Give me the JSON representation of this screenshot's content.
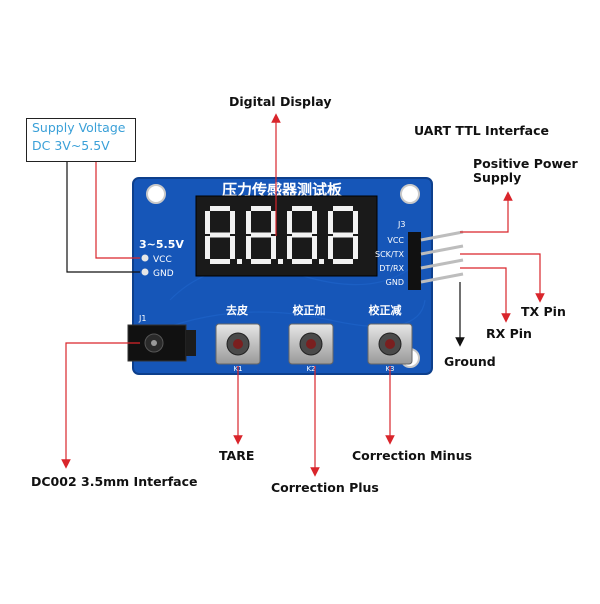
{
  "labels": {
    "digital_display": "Digital Display",
    "uart_ttl": "UART TTL Interface",
    "positive_power": [
      "Positive Power",
      "Supply"
    ],
    "tx_pin": "TX Pin",
    "rx_pin": "RX Pin",
    "ground": "Ground",
    "correction_minus": "Correction Minus",
    "correction_plus": "Correction Plus",
    "tare": "TARE",
    "dc002": "DC002 3.5mm Interface"
  },
  "supply_box": [
    "Supply Voltage",
    "DC 3V~5.5V"
  ],
  "board": {
    "title": "压力传感器测试板",
    "display_digits": "8.8.8.8",
    "voltage_label": "3~5.5V",
    "vcc_pad": "VCC",
    "gnd_pad": "GND",
    "header_label": "J3",
    "header_pins": [
      "VCC",
      "SCK/TX",
      "DT/RX",
      "GND"
    ],
    "jack_label": "J1",
    "buttons": [
      {
        "label": "去皮",
        "ref": "K1"
      },
      {
        "label": "校正加",
        "ref": "K2"
      },
      {
        "label": "校正减",
        "ref": "K3"
      }
    ]
  },
  "colors": {
    "pcb": "#1656b8",
    "pcb_dark": "#0d3f8c",
    "silk": "#ffffff",
    "leader_red": "#d9252b",
    "leader_black": "#111111",
    "supply_text": "#3aa0d8",
    "segment_on": "#f2f2f2",
    "display_bg": "#1a1a1a"
  }
}
